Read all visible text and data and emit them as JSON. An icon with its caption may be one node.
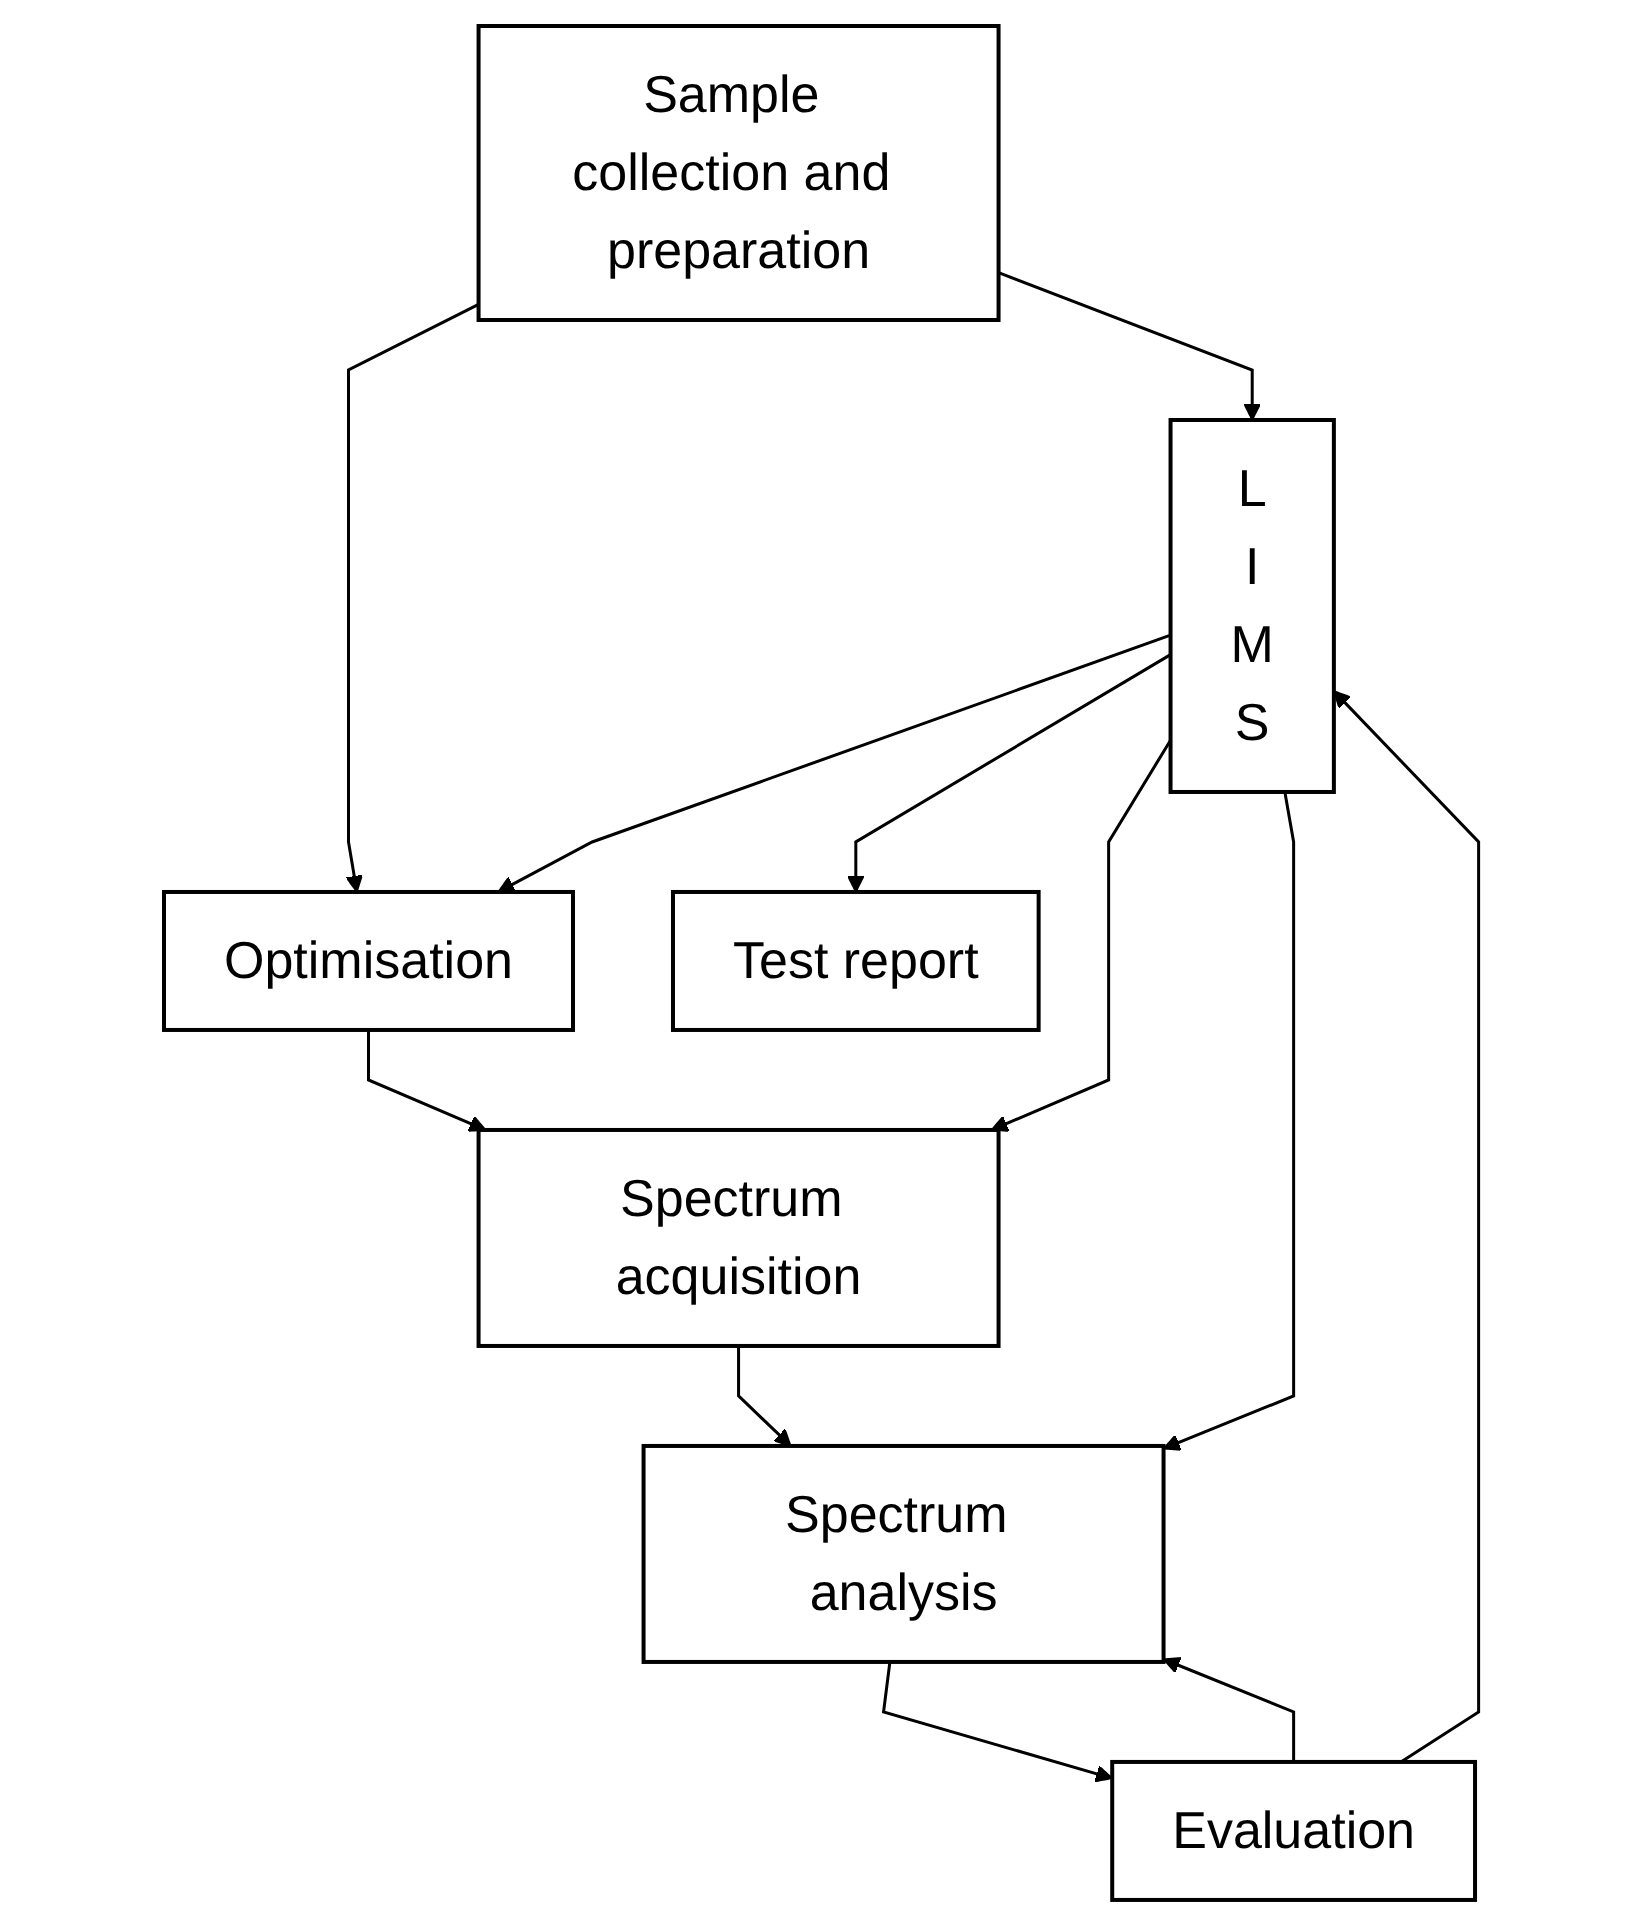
{
  "diagram": {
    "nodes": [
      {
        "text": [
          "Sample collection and preparation"
        ]
      },
      {
        "text": [
          "Optimisation"
        ]
      },
      {
        "text": [
          "Spectrum acquisition"
        ]
      },
      {
        "text": [
          "Spectrum analysis"
        ]
      },
      {
        "text": [
          "Evaluation"
        ]
      },
      {
        "text": [
          "Test report"
        ]
      },
      {
        "text": [
          "L I M S"
        ]
      }
    ],
    "edges": [
      {
        "from": 0,
        "to": 6,
        "arrow": "to"
      },
      {
        "from": 0,
        "to": 1,
        "arrow": "to"
      },
      {
        "from": 6,
        "to": 1,
        "arrow": "to"
      },
      {
        "from": 1,
        "to": 2,
        "arrow": "to"
      },
      {
        "from": 6,
        "to": 2,
        "arrow": "to"
      },
      {
        "from": 2,
        "to": 3,
        "arrow": "to"
      },
      {
        "from": 6,
        "to": 3,
        "arrow": "to"
      },
      {
        "from": 3,
        "to": 4,
        "arrow": "to"
      },
      {
        "from": 4,
        "to": 3,
        "arrow": "to"
      },
      {
        "from": 4,
        "to": 6,
        "arrow": "to"
      },
      {
        "from": 6,
        "to": 5,
        "arrow": "to"
      }
    ]
  }
}
